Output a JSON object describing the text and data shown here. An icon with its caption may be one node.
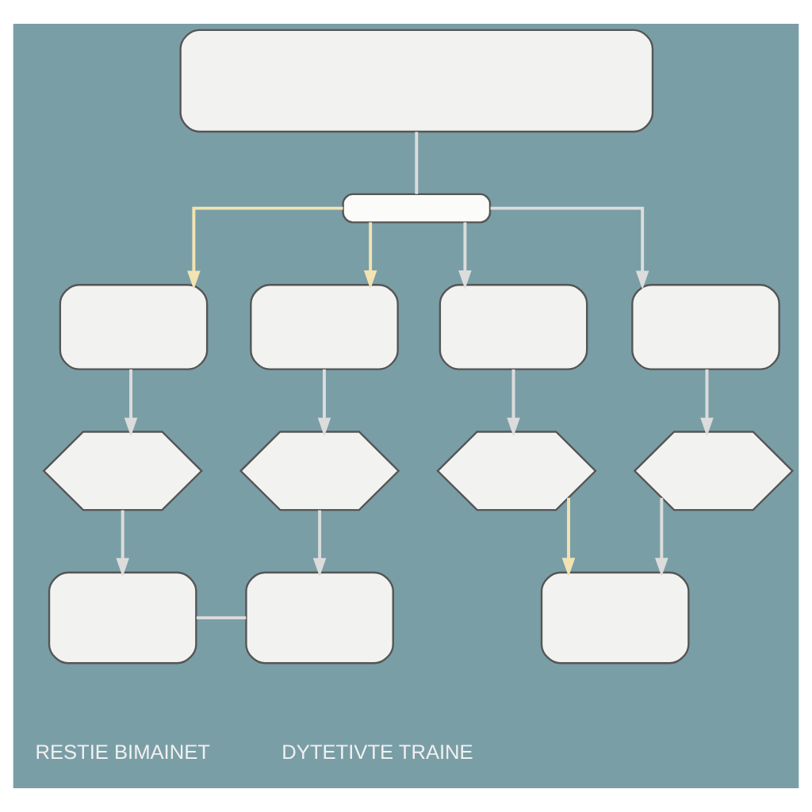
{
  "diagram": {
    "nodes": [
      {
        "text": [],
        "shape": "box"
      },
      {
        "text": [],
        "shape": "box"
      },
      {
        "text": [],
        "shape": "box"
      },
      {
        "text": [],
        "shape": "box"
      },
      {
        "text": [],
        "shape": "box"
      },
      {
        "text": [],
        "shape": "box"
      },
      {
        "text": [],
        "shape": "hexagon"
      },
      {
        "text": [],
        "shape": "hexagon"
      },
      {
        "text": [],
        "shape": "hexagon"
      },
      {
        "text": [],
        "shape": "hexagon"
      },
      {
        "text": [],
        "shape": "box"
      },
      {
        "text": [],
        "shape": "box"
      },
      {
        "text": [],
        "shape": "box"
      }
    ],
    "edges": [
      {
        "from": 0,
        "to": 1,
        "arrow": "none"
      },
      {
        "from": 1,
        "to": 2,
        "arrow": "to",
        "color": "#f2e3b3"
      },
      {
        "from": 1,
        "to": 3,
        "arrow": "to",
        "color": "#f2e3b3"
      },
      {
        "from": 1,
        "to": 4,
        "arrow": "to"
      },
      {
        "from": 1,
        "to": 5,
        "arrow": "to"
      },
      {
        "from": 2,
        "to": 6,
        "arrow": "to"
      },
      {
        "from": 3,
        "to": 7,
        "arrow": "to"
      },
      {
        "from": 4,
        "to": 8,
        "arrow": "to"
      },
      {
        "from": 5,
        "to": 9,
        "arrow": "to"
      },
      {
        "from": 6,
        "to": 10,
        "arrow": "to"
      },
      {
        "from": 7,
        "to": 11,
        "arrow": "to"
      },
      {
        "from": 9,
        "to": 12,
        "arrow": "to"
      },
      {
        "from": 10,
        "to": 11,
        "arrow": "none"
      },
      {
        "from": 8,
        "to": 12,
        "arrow": "to",
        "color": "#f2e3b3"
      }
    ],
    "labels": [
      "RESTIE BIMAINET",
      "DYTETIVTE TRAINE"
    ]
  }
}
